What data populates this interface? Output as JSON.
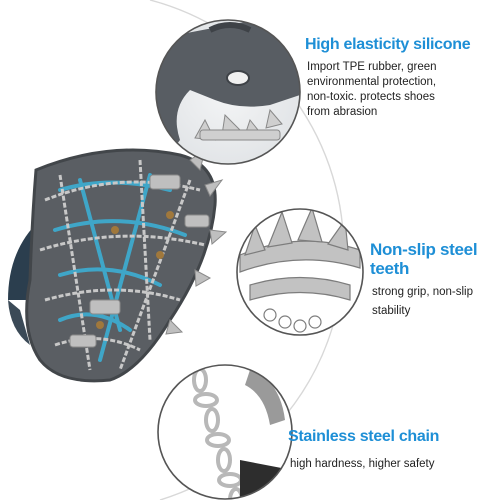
{
  "colors": {
    "accent": "#1e8fd6",
    "text": "#222222",
    "metal": "#c8c8c8",
    "rubber": "#5a5e63",
    "sole_accent": "#3fa6c8"
  },
  "features": [
    {
      "title": "High elasticity silicone",
      "lines": [
        "Import TPE rubber, green",
        "environmental protection,",
        "non-toxic. protects shoes",
        "from abrasion"
      ],
      "image_icon": "rubber-strap-closeup-icon"
    },
    {
      "title_lines": [
        "Non-slip steel",
        "teeth"
      ],
      "lines": [
        "strong grip, non-slip",
        "stability"
      ],
      "image_icon": "steel-teeth-closeup-icon"
    },
    {
      "title": "Stainless steel chain",
      "lines": [
        "high hardness, higher safety"
      ],
      "image_icon": "steel-chain-closeup-icon"
    }
  ],
  "product_icon": "shoe-with-crampons-icon"
}
